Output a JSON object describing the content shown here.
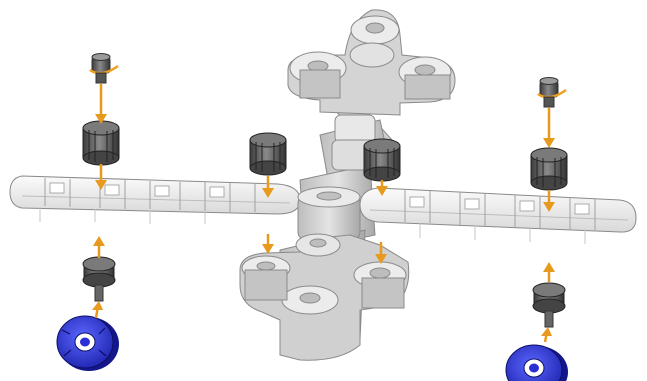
{
  "diagram": {
    "colors": {
      "background": "#ffffff",
      "part_light": "#e6e6e6",
      "part_mid": "#c8c8c8",
      "part_dark": "#9a9a9a",
      "part_outline": "#7a7a7a",
      "gear_dark": "#4a4a4a",
      "gear_mid": "#6e6e6e",
      "gear_light": "#a8a8a8",
      "wheel_blue": "#2a2fd6",
      "wheel_blue_dark": "#14178a",
      "wheel_blue_light": "#5a66ff",
      "arrow_orange": "#e89a1e",
      "screw_orange": "#f0a020"
    },
    "components": [
      "left-rail",
      "right-rail",
      "center-column",
      "top-hub",
      "bottom-hub",
      "pinion-gears",
      "axle-pins",
      "blue-wheels",
      "assembly-arrows"
    ]
  }
}
